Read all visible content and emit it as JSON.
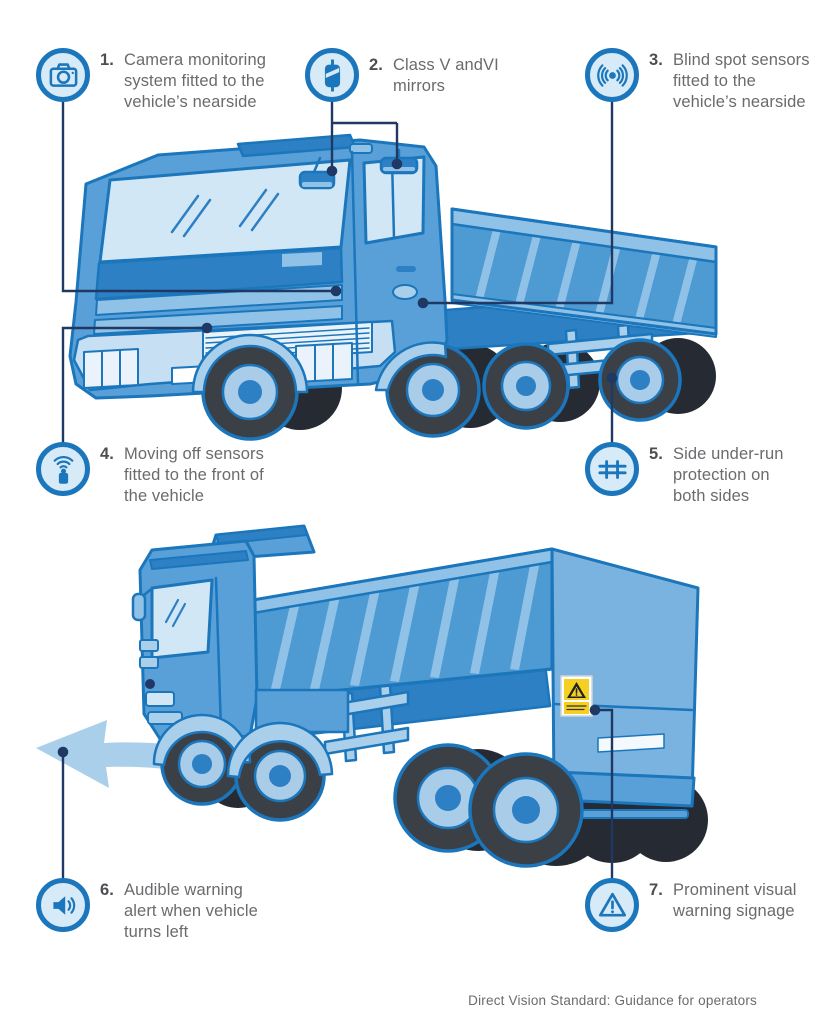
{
  "palette": {
    "outline_blue": "#1b76bc",
    "mid_blue": "#58a0d7",
    "dark_blue": "#2d80c4",
    "box_blue": "#4e9ad2",
    "light_blue": "#a9cfeb",
    "pale_blue": "#d2e7f5",
    "rib_blue": "#8fc2e6",
    "icon_circle_fill": "#d6eaf7",
    "connector_navy": "#1f3864",
    "tire_gray": "#3b4047",
    "text_gray": "#6a6b6e",
    "number_gray": "#4d4e52",
    "sign_yellow": "#f5d020"
  },
  "callouts": [
    {
      "number": "1.",
      "text": "Camera monitoring\nsystem fitted to the\nvehicle’s nearside",
      "icon": "camera-icon"
    },
    {
      "number": "2.",
      "text": "Class V andVI\nmirrors",
      "icon": "mirror-icon"
    },
    {
      "number": "3.",
      "text": "Blind spot sensors\nfitted to the\nvehicle’s nearside",
      "icon": "blind-spot-sensor-icon"
    },
    {
      "number": "4.",
      "text": "Moving off sensors\nfitted to the front of\nthe vehicle",
      "icon": "moving-off-sensor-icon"
    },
    {
      "number": "5.",
      "text": "Side under-run\nprotection on\nboth sides",
      "icon": "side-under-run-icon"
    },
    {
      "number": "6.",
      "text": "Audible warning\nalert when vehicle\nturns left",
      "icon": "audible-warning-icon"
    },
    {
      "number": "7.",
      "text": "Prominent visual\nwarning signage",
      "icon": "warning-signage-icon"
    }
  ],
  "footer": {
    "text": "Direct Vision Standard: Guidance for operators"
  },
  "illustrations": {
    "top_truck": "tipper-lorry-front-nearside-view",
    "bottom_truck": "tipper-lorry-rear-offside-view",
    "arrow": "left-turn-swoosh-arrow",
    "sticker": "blind-spot-warning-sticker"
  }
}
